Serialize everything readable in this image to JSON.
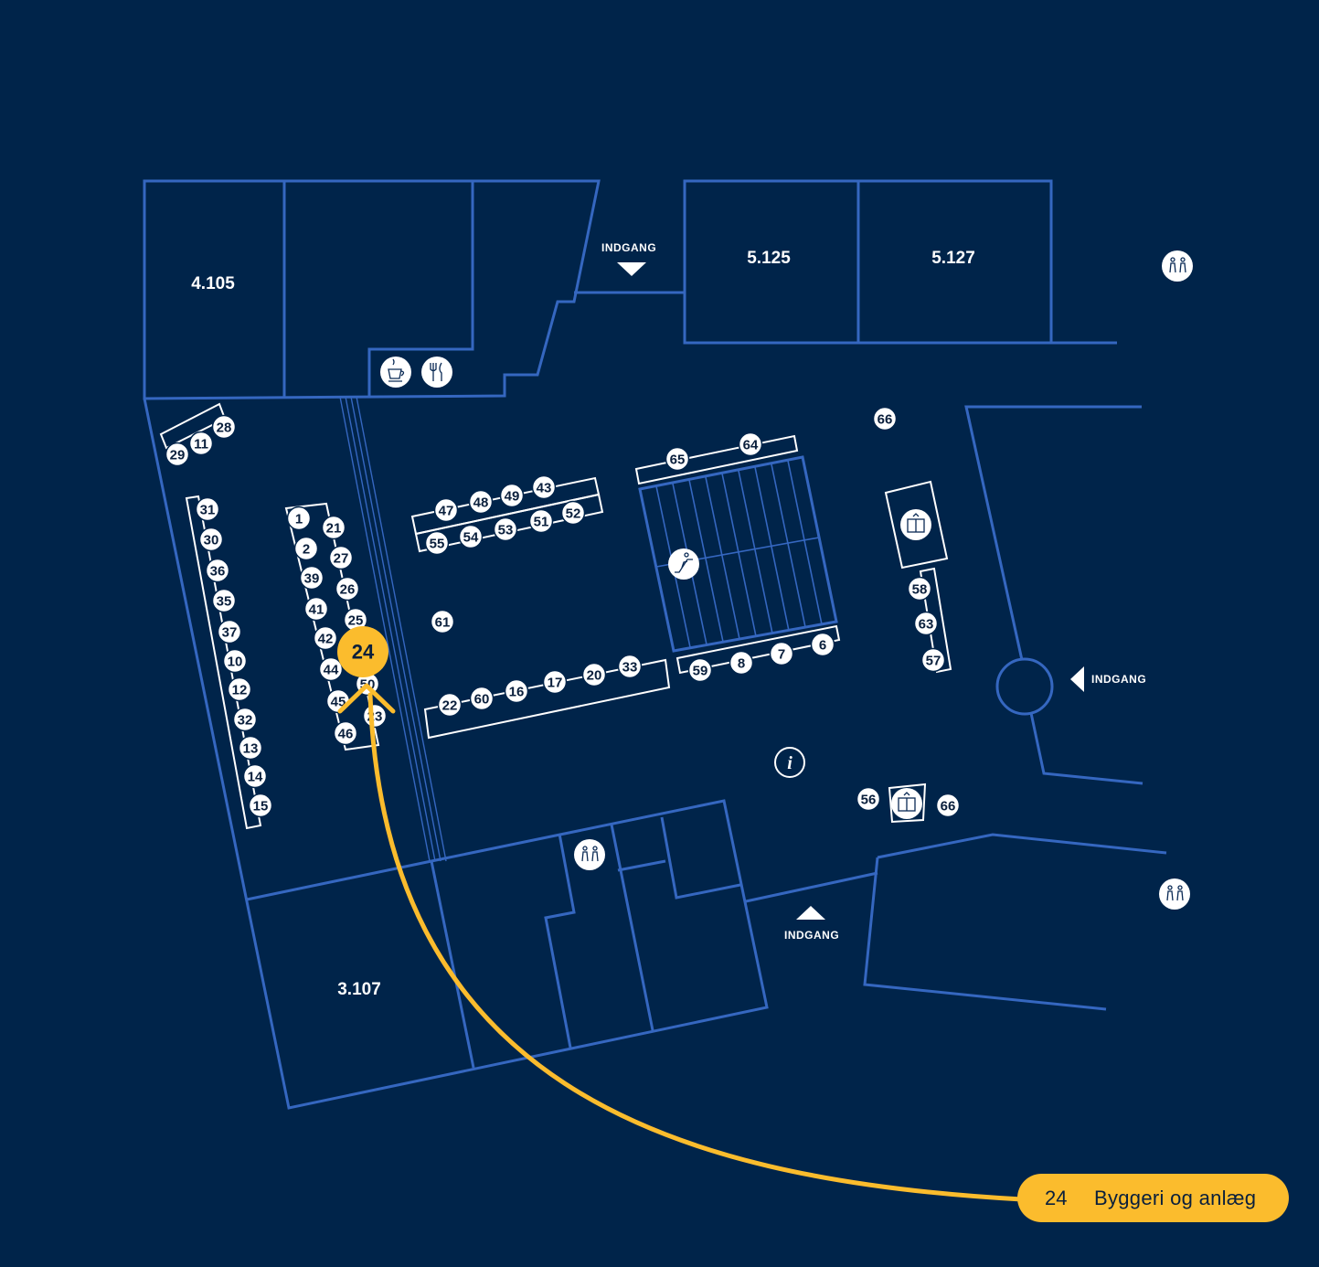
{
  "map": {
    "rooms": [
      "4.105",
      "5.125",
      "5.127",
      "3.107"
    ],
    "entrance_label": "INDGANG",
    "amenities": [
      "restroom-icon",
      "restroom-icon",
      "restroom-icon",
      "coffee-icon",
      "restaurant-icon",
      "escalator-icon",
      "elevator-icon",
      "elevator-icon",
      "info-icon"
    ],
    "booths": [
      "1",
      "2",
      "6",
      "7",
      "8",
      "10",
      "11",
      "12",
      "13",
      "14",
      "15",
      "16",
      "17",
      "20",
      "21",
      "22",
      "23",
      "25",
      "26",
      "27",
      "28",
      "29",
      "30",
      "31",
      "32",
      "33",
      "35",
      "36",
      "37",
      "39",
      "41",
      "42",
      "43",
      "44",
      "45",
      "46",
      "47",
      "48",
      "49",
      "50",
      "51",
      "52",
      "53",
      "54",
      "55",
      "56",
      "57",
      "58",
      "59",
      "60",
      "61",
      "63",
      "64",
      "65",
      "66",
      "66"
    ],
    "highlight": {
      "number": "24",
      "color": "#fbbc2d"
    }
  },
  "legend": {
    "number": "24",
    "label": "Byggeri og anlæg"
  },
  "colors": {
    "background": "#00244a",
    "walls": "#3567c0",
    "accent": "#fbbc2d"
  }
}
